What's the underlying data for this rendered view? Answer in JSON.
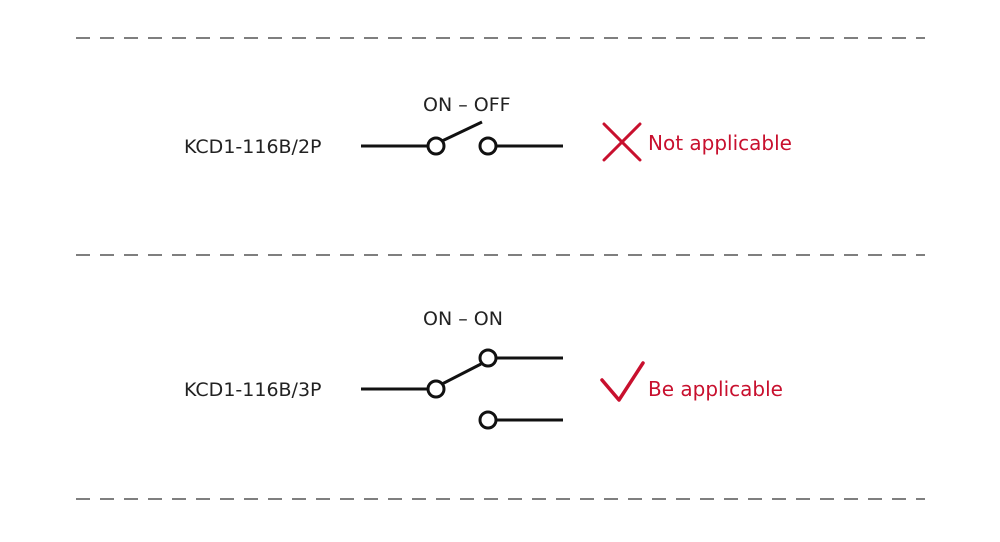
{
  "colors": {
    "wire": "#111111",
    "divider": "#555555",
    "status_accent": "#c8102e"
  },
  "rows": [
    {
      "part_number": "KCD1-116B/2P",
      "switch_mode": "ON – OFF",
      "status_icon": "cross-icon",
      "status_text": "Not applicable"
    },
    {
      "part_number": "KCD1-116B/3P",
      "switch_mode": "ON – ON",
      "status_icon": "checkmark-icon",
      "status_text": "Be applicable"
    }
  ]
}
